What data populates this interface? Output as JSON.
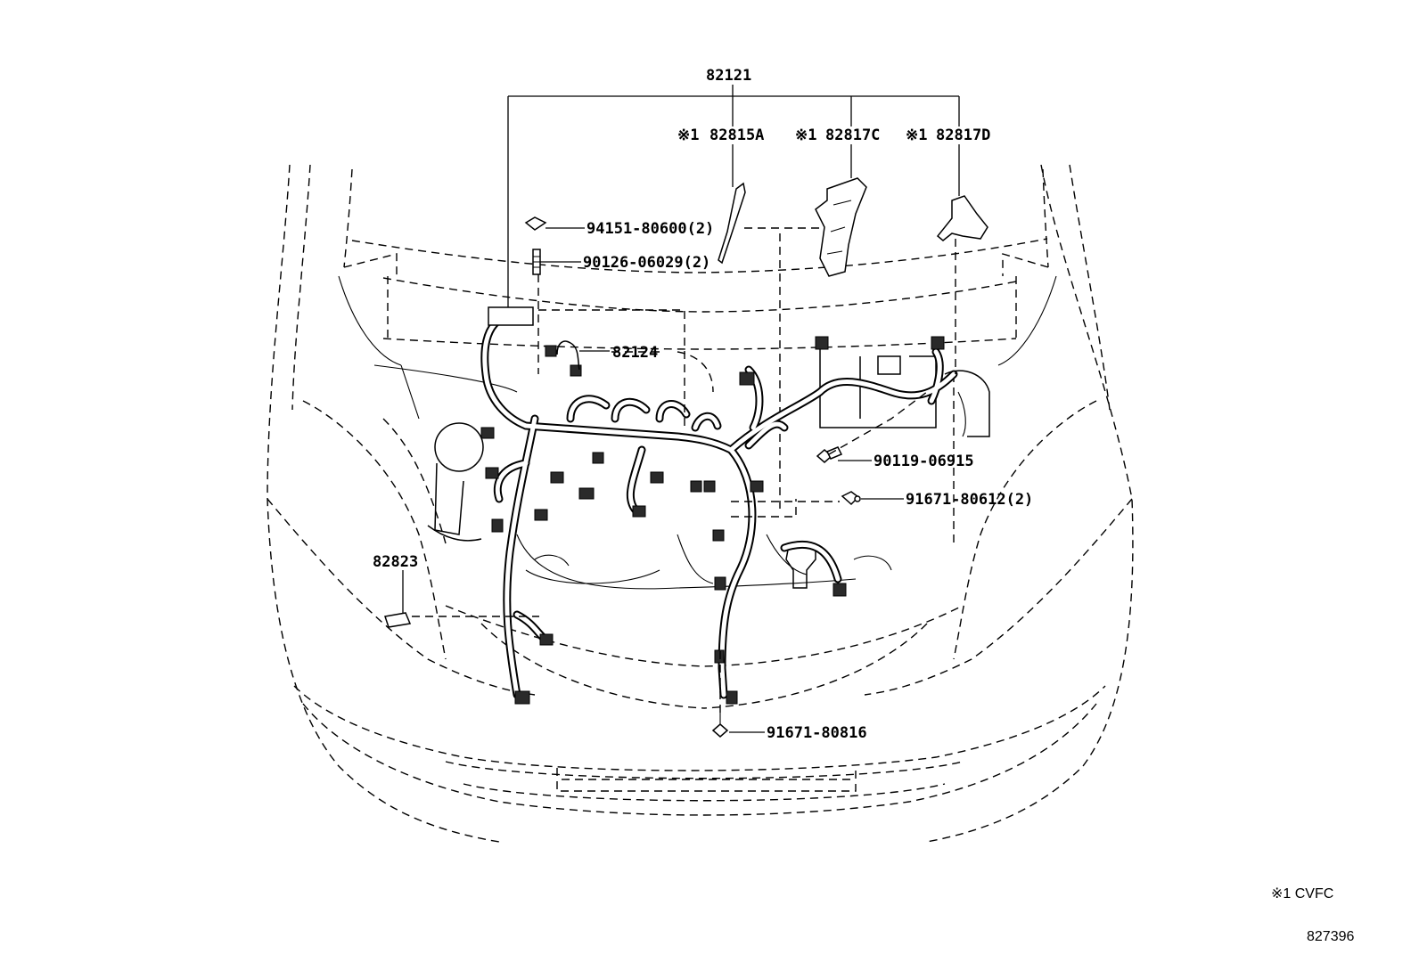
{
  "labels": {
    "harness_main": "82121",
    "note_prefix": "※1",
    "protector_a": "82815A",
    "protector_c": "82817C",
    "protector_d": "82817D",
    "clamp_nut": "94151-80600(2)",
    "stud_bolt": "90126-06029(2)",
    "engine_wire": "82124",
    "bolt_90119": "90119-06915",
    "bolt_91671_a": "91671-80612(2)",
    "cover_82823": "82823",
    "bolt_91671_b": "91671-80816"
  },
  "footnote": {
    "text": "※1 CVFC",
    "illustration_no": "827396"
  }
}
